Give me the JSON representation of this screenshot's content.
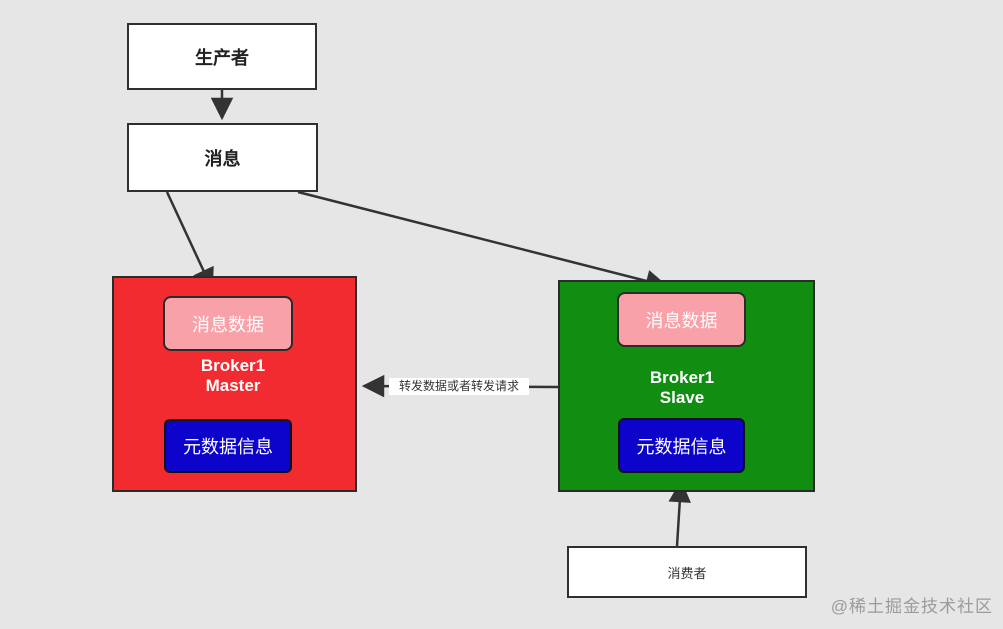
{
  "diagram": {
    "title_hint": "RocketMQ broker master-slave replication diagram",
    "background_color": "#e6e6e6",
    "border_color": "#2b2b2b",
    "arrow_color": "#333333"
  },
  "nodes": {
    "producer": {
      "label": "生产者",
      "fill": "#ffffff",
      "text_color": "#222222"
    },
    "message": {
      "label": "消息",
      "fill": "#ffffff",
      "text_color": "#222222"
    },
    "broker_master": {
      "name_line1": "Broker1",
      "name_line2": "Master",
      "fill": "#f12b30",
      "message_data_label": "消息数据",
      "message_data_fill": "#f9a1a8",
      "metadata_label": "元数据信息",
      "metadata_fill": "#0d04cb"
    },
    "broker_slave": {
      "name_line1": "Broker1",
      "name_line2": "Slave",
      "fill": "#118e12",
      "message_data_label": "消息数据",
      "message_data_fill": "#f9a1a8",
      "metadata_label": "元数据信息",
      "metadata_fill": "#0d04cb"
    },
    "consumer": {
      "label": "消费者",
      "fill": "#ffffff",
      "text_color": "#333333"
    }
  },
  "edges": {
    "slave_to_master_label": "转发数据或者转发请求"
  },
  "watermark": {
    "text": "@稀土掘金技术社区",
    "color": "#9b9b9b"
  }
}
